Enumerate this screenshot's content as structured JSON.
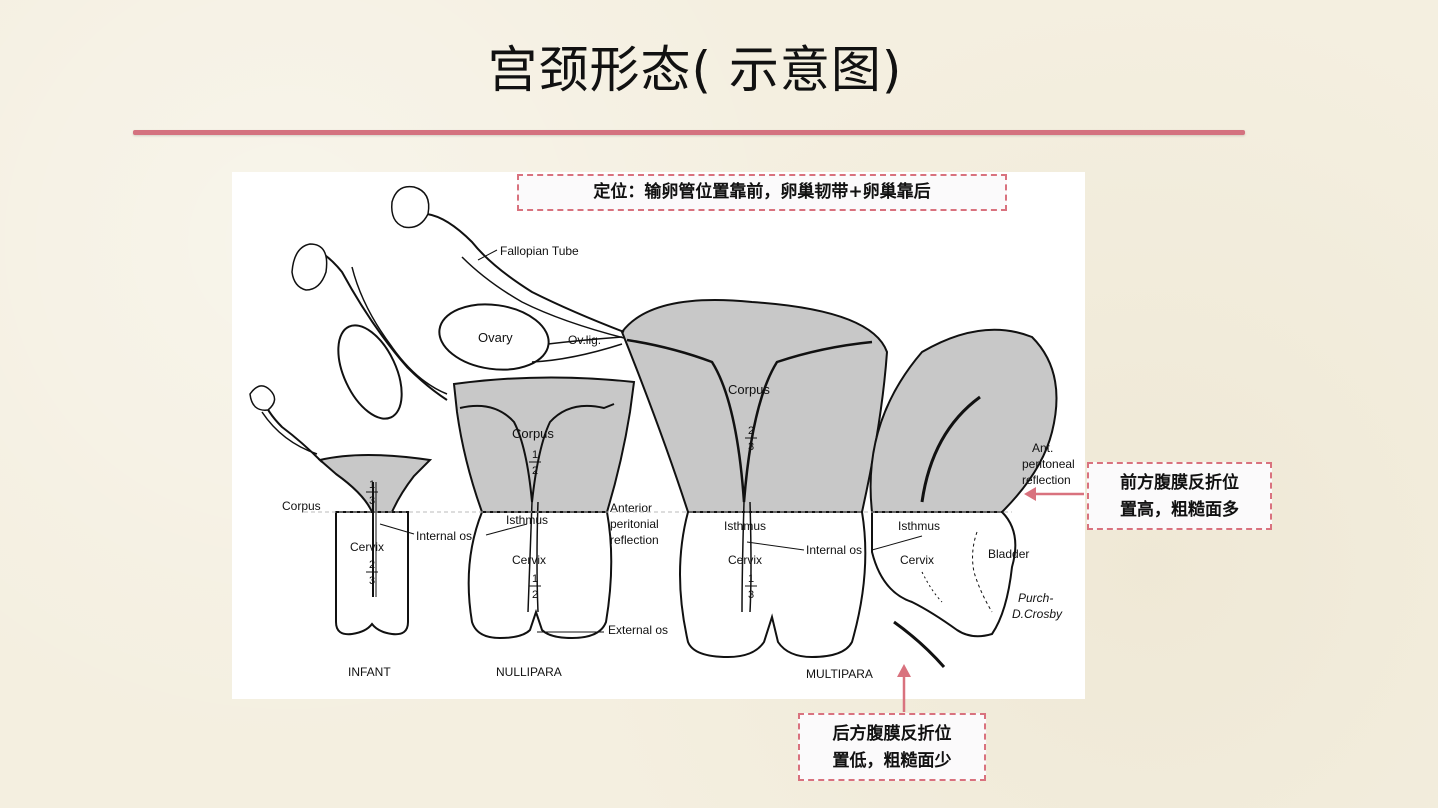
{
  "title": "宫颈形态( 示意图)",
  "callouts": {
    "top": "定位：输卵管位置靠前，卵巢韧带+卵巢靠后",
    "right_line1": "前方腹膜反折位",
    "right_line2": "置高，粗糙面多",
    "bottom_line1": "后方腹膜反折位",
    "bottom_line2": "置低，粗糙面少"
  },
  "diagram": {
    "fallopian_tube": "Fallopian Tube",
    "ovary": "Ovary",
    "ov_lig": "Ov.lig.",
    "corpus": "Corpus",
    "isthmus": "Isthmus",
    "cervix": "Cervix",
    "internal_os": "Internal os",
    "external_os": "External os",
    "anterior_reflection_1": "Anterior",
    "anterior_reflection_2": "peritonial",
    "anterior_reflection_3": "reflection",
    "ant_reflection_1": "Ant.",
    "ant_reflection_2": "peritoneal",
    "ant_reflection_3": "reflection",
    "bladder": "Bladder",
    "signature_1": "Purch-",
    "signature_2": "D.Crosby",
    "infant": "INFANT",
    "nullipara": "NULLIPARA",
    "multipara": "MULTIPARA",
    "frac_1": "1",
    "frac_2": "2",
    "frac_3": "3"
  },
  "colors": {
    "accent": "#d4727f",
    "callout_border": "#d9727e",
    "shade": "#c8c8c8"
  }
}
